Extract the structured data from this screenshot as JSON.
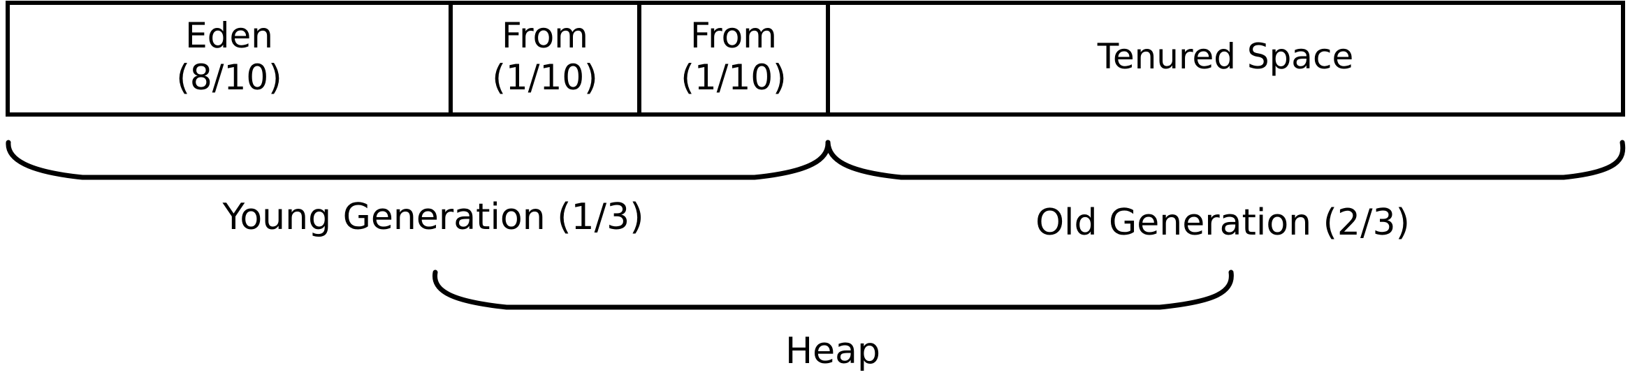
{
  "regions": {
    "eden": {
      "name": "Eden",
      "ratio": "(8/10)"
    },
    "from_1": {
      "name": "From",
      "ratio": "(1/10)"
    },
    "from_2": {
      "name": "From",
      "ratio": "(1/10)"
    },
    "tenured": {
      "name": "Tenured Space"
    }
  },
  "groups": {
    "young": {
      "label": "Young Generation (1/3)"
    },
    "old": {
      "label": "Old Generation (2/3)"
    },
    "heap": {
      "label": "Heap"
    }
  },
  "colors": {
    "stroke": "#000000",
    "background": "#ffffff"
  }
}
